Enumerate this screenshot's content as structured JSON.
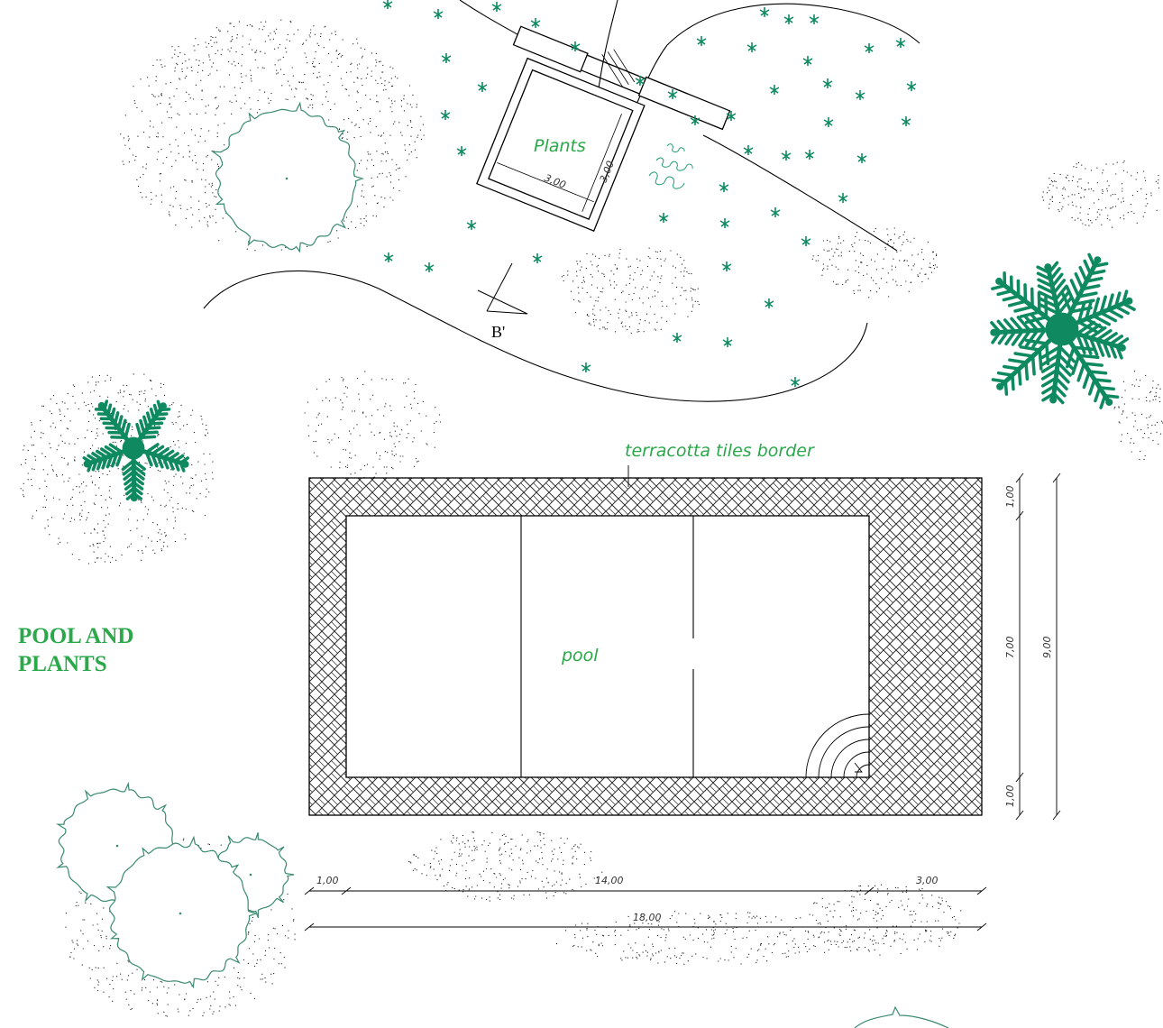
{
  "title": {
    "line1": "POOL AND",
    "line2": "PLANTS"
  },
  "labels": {
    "plants_room": "Plants",
    "pool": "pool",
    "tiles_border": "terracotta tiles border",
    "section_marker": "B'"
  },
  "room_dimensions": {
    "width": "3,00",
    "depth": "3,00"
  },
  "pool_dimensions": {
    "horizontal": {
      "border_left": "1,00",
      "middle": "14,00",
      "right": "3,00",
      "total": "18,00"
    },
    "vertical": {
      "border_top": "1,00",
      "inner": "7,00",
      "border_bottom": "1,00",
      "total": "9,00"
    }
  },
  "colors": {
    "vegetation": "#0f8a60",
    "outline_tree": "#3a8a70",
    "label_green": "#2aa84a",
    "title_green": "#2aa84a",
    "line": "#000000"
  }
}
